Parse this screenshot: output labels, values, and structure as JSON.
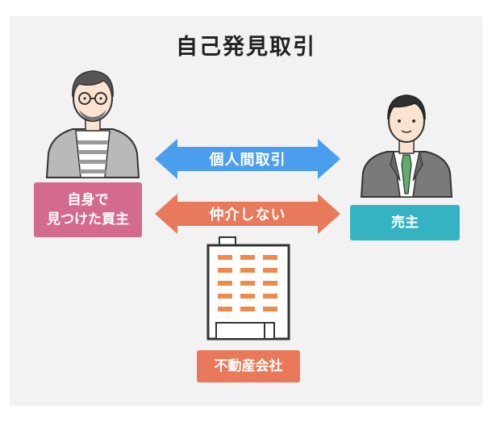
{
  "title": "自己発見取引",
  "buyer": {
    "line1": "自身で",
    "line2": "見つけた買主"
  },
  "seller": {
    "label": "売主"
  },
  "agency": {
    "label": "不動産会社"
  },
  "arrow_direct": {
    "label": "個人間取引"
  },
  "arrow_no_agent": {
    "label": "仲介しない"
  },
  "colors": {
    "buyer_box": "#d46a8e",
    "seller_box": "#35b3c3",
    "agency_box": "#e8795a",
    "arrow_blue": "#4a9eed",
    "arrow_orange": "#e8795a",
    "building_window": "#f08a4b"
  }
}
